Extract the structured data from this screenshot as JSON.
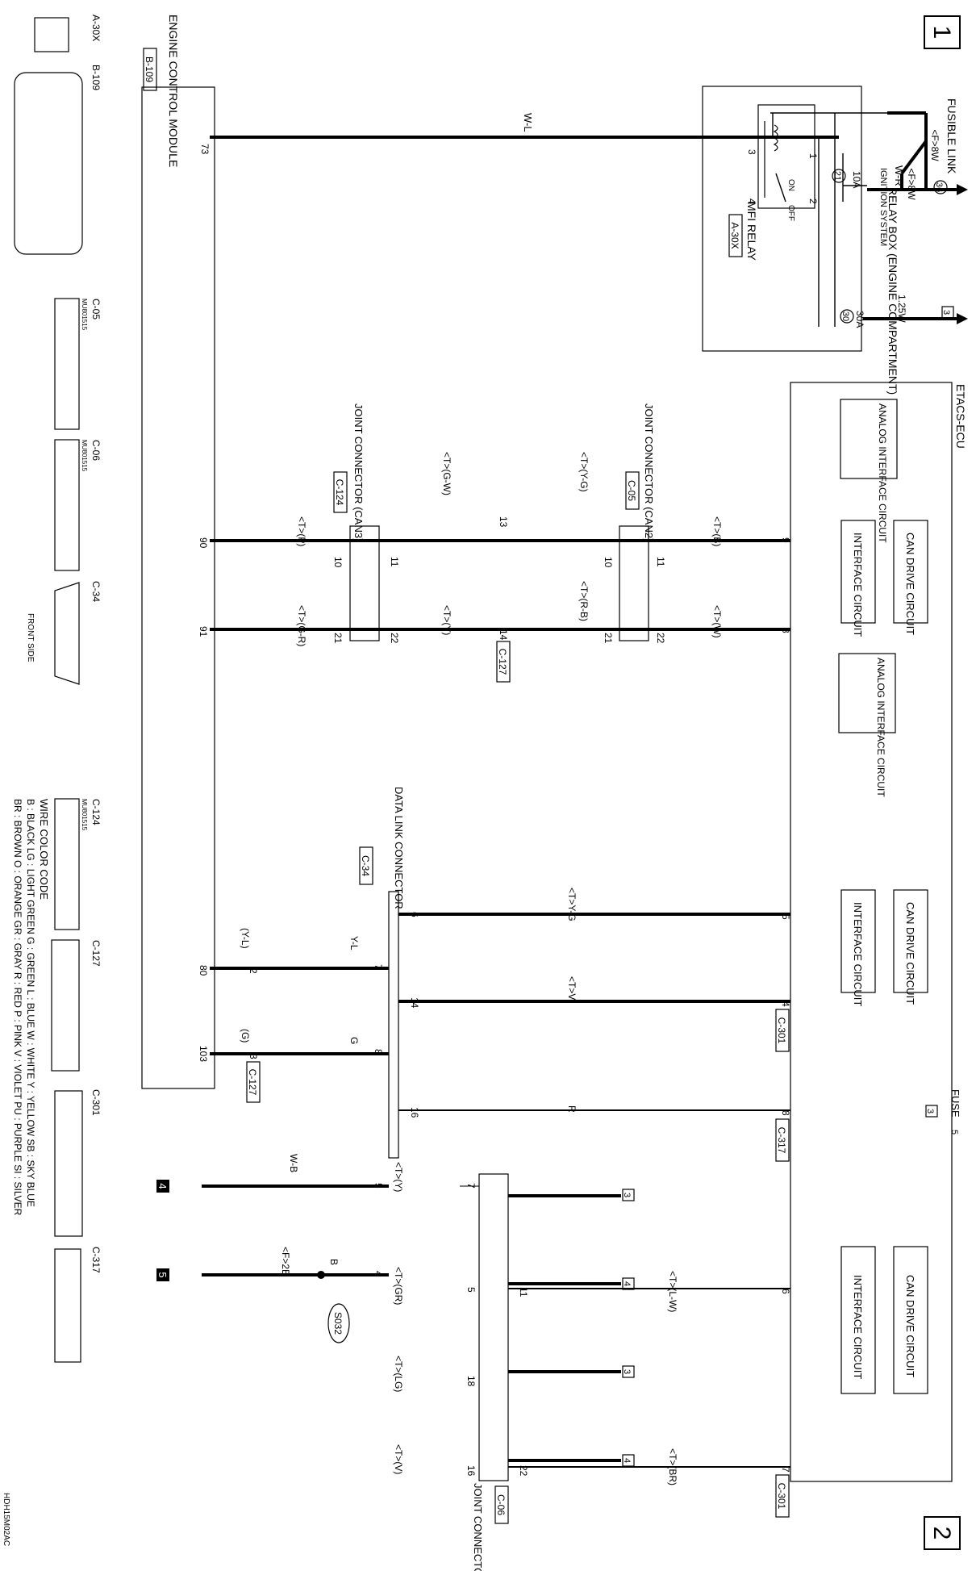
{
  "page": {
    "page_number_top": "1",
    "page_number_bottom": "2",
    "figure_code": "HDH15M02AC"
  },
  "header": {
    "fusible_link_label": "FUSIBLE LINK",
    "fusible_link_number": "36",
    "fusible_link_wire_top": "<F>8W",
    "fusible_link_wire_right": "<F>8W",
    "relay_box_label": "RELAY BOX (ENGINE COMPARTMENT)",
    "ignition_label": "IGNITION SYSTEM",
    "ignition_wire": "W-R",
    "fuse21_number": "21",
    "fuse21_amp": "10A",
    "fuse30_number": "30",
    "fuse30_amp": "30A",
    "fuse30_wire": "1.25W",
    "fuse30_ref": "3",
    "mfi_relay_label": "MFI RELAY",
    "mfi_relay_connector": "A-30X",
    "relay_on": "ON",
    "relay_off": "OFF",
    "relay_pins": [
      "1",
      "2",
      "3",
      "4"
    ]
  },
  "ecm": {
    "label": "ENGINE CONTROL MODULE",
    "connector": "B-109",
    "pin_73": "73",
    "wire_73": "W-L",
    "pin_90": "90",
    "pin_91": "91",
    "pin_80": "80",
    "pin_103": "103"
  },
  "etacs": {
    "label": "ETACS-ECU",
    "analog_1": "ANALOG INTERFACE CIRCUIT",
    "analog_2": "ANALOG INTERFACE CIRCUIT",
    "can_drive_1": "CAN DRIVE CIRCUIT",
    "can_drive_2": "CAN DRIVE CIRCUIT",
    "can_drive_3": "CAN DRIVE CIRCUIT",
    "interface_1": "INTERFACE CIRCUIT",
    "interface_2": "INTERFACE CIRCUIT",
    "interface_3": "INTERFACE CIRCUIT",
    "pins": [
      "9",
      "8",
      "5",
      "4",
      "8",
      "6",
      "7"
    ],
    "connector_c301_a": "C-301",
    "connector_c317": "C-317",
    "connector_c301_b": "C-301"
  },
  "joints": {
    "can2_label": "JOINT CONNECTOR (CAN2)",
    "can2_connector": "C-05",
    "can3_label": "JOINT CONNECTOR (CAN3)",
    "can3_connector": "C-124",
    "can1_label": "JOINT CONNECTOR (CAN1)",
    "can1_connector": "C-06",
    "c127": "C-127",
    "c127_b": "C-127",
    "dlc_label": "DATA LINK CONNECTOR",
    "dlc_connector": "C-34",
    "splice": "S032"
  },
  "wires": {
    "w_9": "<T>(B)",
    "w_8": "<T>(W)",
    "w_can2_10": "<T>(Y-G)",
    "w_can2_21": "<T>(R-B)",
    "w_can3_11": "<T>(G-W)",
    "w_can3_22": "<T>(Y)",
    "w_90": "<T>(P)",
    "w_91": "<T>(G-R)",
    "w_dlc6": "<T>Y-G",
    "w_dlc14": "<T>V",
    "w_dlc16": "R",
    "w_dlc7": "Y-L",
    "w_dlc8": "G",
    "w_80": "(Y-L)",
    "w_103": "(G)",
    "w_dlc5": "W-B",
    "w_dlc4": "B",
    "w_ground5": "<F>2B",
    "w_can1_7": "<T>(Y)",
    "w_can1_5": "<T>(GR)",
    "w_can1_18": "<T>(LG)",
    "w_can1_16": "<T>(V)",
    "w_etacs6": "<T>(L-W)",
    "w_etacs7": "<T>(BR)",
    "fuse5_label": "FUSE",
    "fuse5_num": "5",
    "fuse5_ref": "3"
  },
  "pin_numbers": {
    "can2": [
      "11",
      "10",
      "22",
      "21"
    ],
    "can3": [
      "11",
      "10",
      "22",
      "21"
    ],
    "c127_13": "13",
    "c127_14": "14",
    "dlc": [
      "6",
      "14",
      "16",
      "7",
      "8",
      "5",
      "4"
    ],
    "dlc_side": [
      "2",
      "3"
    ],
    "can1": [
      "11",
      "7",
      "5",
      "18",
      "22",
      "16"
    ]
  },
  "refs": {
    "ref_7": "3",
    "ref_5": "4",
    "ref_18": "3",
    "ref_16": "4",
    "ground_4": "4",
    "ground_5": "5"
  },
  "connector_views": {
    "a30x": "A-30X",
    "b109": "B-109",
    "c05": "C-05",
    "c05_part": "MU801515",
    "c06": "C-06",
    "c06_part": "MU801515",
    "c34": "C-34",
    "c34_side": "FRONT SIDE",
    "c124": "C-124",
    "c124_part": "MU801515",
    "c127": "C-127",
    "c301": "C-301",
    "c317": "C-317"
  },
  "legend": {
    "title": "WIRE COLOR CODE",
    "line1": "B : BLACK   LG : LIGHT GREEN   G : GREEN   L : BLUE   W : WHITE   Y : YELLOW   SB : SKY BLUE",
    "line2": "BR : BROWN   O : ORANGE   GR : GRAY   R : RED   P : PINK   V : VIOLET   PU : PURPLE   SI : SILVER"
  }
}
